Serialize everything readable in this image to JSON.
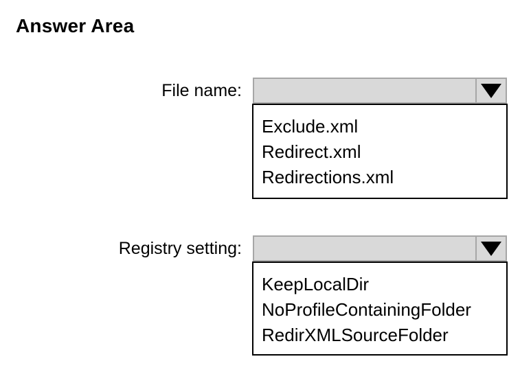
{
  "title": "Answer Area",
  "colors": {
    "background": "#ffffff",
    "combo_fill": "#d9d9d9",
    "combo_border": "#a6a6a6",
    "list_border": "#000000",
    "arrow": "#000000",
    "text": "#000000"
  },
  "dropdowns": [
    {
      "label": "File name:",
      "selected_value": "",
      "arrow_icon": "triangle-down",
      "options": [
        "Exclude.xml",
        "Redirect.xml",
        "Redirections.xml"
      ]
    },
    {
      "label": "Registry setting:",
      "selected_value": "",
      "arrow_icon": "triangle-down",
      "options": [
        "KeepLocalDir",
        "NoProfileContainingFolder",
        "RedirXMLSourceFolder"
      ]
    }
  ]
}
